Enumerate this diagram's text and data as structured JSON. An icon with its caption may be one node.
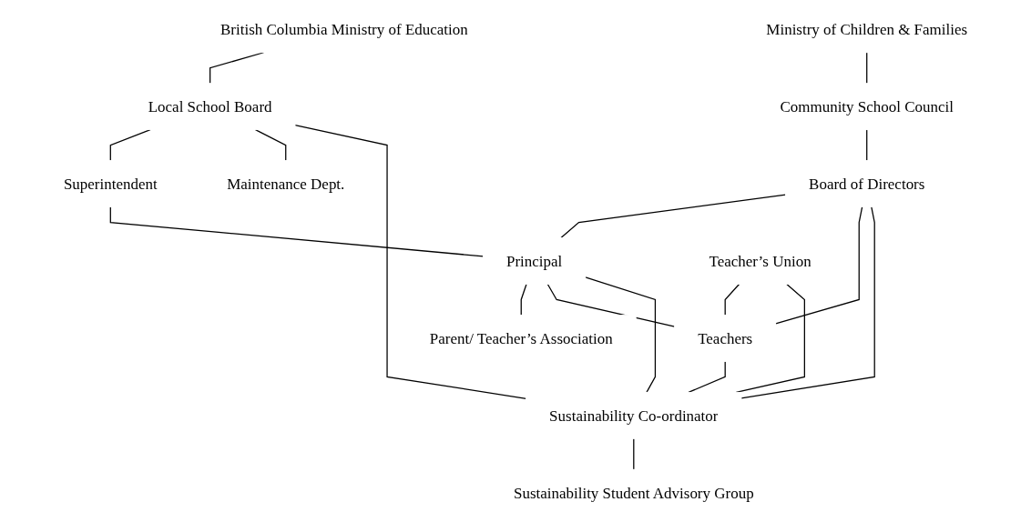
{
  "diagram": {
    "nodes": [
      {
        "text": [
          "British Columbia Ministry of Education"
        ]
      },
      {
        "text": [
          "Ministry of Children & Families"
        ]
      },
      {
        "text": [
          "Local School Board"
        ]
      },
      {
        "text": [
          "Teacher’s Union"
        ]
      },
      {
        "text": [
          "Community School Council"
        ]
      },
      {
        "text": [
          "Superintendent"
        ]
      },
      {
        "text": [
          "Maintenance Dept."
        ]
      },
      {
        "text": [
          "Board of Directors"
        ]
      },
      {
        "text": [
          "Principal"
        ]
      },
      {
        "text": [
          "Parent/ Teacher’s Association"
        ]
      },
      {
        "text": [
          "Teachers"
        ]
      },
      {
        "text": [
          "Sustainability Co-ordinator"
        ]
      },
      {
        "text": [
          "Sustainability Student Advisory Group"
        ]
      }
    ],
    "edges": [
      {
        "from": 0,
        "to": 2,
        "arrow": "none"
      },
      {
        "from": 1,
        "to": 4,
        "arrow": "none"
      },
      {
        "from": 2,
        "to": 5,
        "arrow": "none"
      },
      {
        "from": 2,
        "to": 6,
        "arrow": "none"
      },
      {
        "from": 2,
        "to": 11,
        "arrow": "none"
      },
      {
        "from": 3,
        "to": 10,
        "arrow": "none"
      },
      {
        "from": 3,
        "to": 11,
        "arrow": "none"
      },
      {
        "from": 4,
        "to": 7,
        "arrow": "none"
      },
      {
        "from": 5,
        "to": 8,
        "arrow": "none"
      },
      {
        "from": 7,
        "to": 8,
        "arrow": "none"
      },
      {
        "from": 7,
        "to": 10,
        "arrow": "none"
      },
      {
        "from": 7,
        "to": 11,
        "arrow": "none"
      },
      {
        "from": 8,
        "to": 9,
        "arrow": "none"
      },
      {
        "from": 8,
        "to": 10,
        "arrow": "none"
      },
      {
        "from": 8,
        "to": 11,
        "arrow": "none"
      },
      {
        "from": 10,
        "to": 11,
        "arrow": "none"
      },
      {
        "from": 11,
        "to": 12,
        "arrow": "none"
      }
    ]
  }
}
